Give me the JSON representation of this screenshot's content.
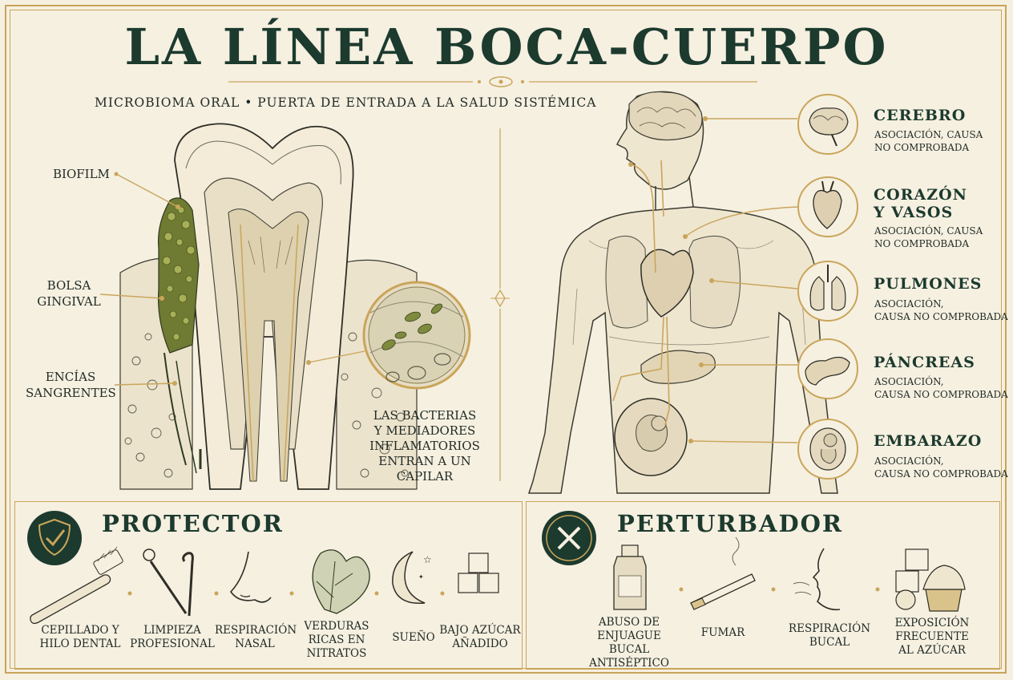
{
  "header": {
    "title": "LA LÍNEA BOCA-CUERPO",
    "subtitle": "MICROBIOMA ORAL • PUERTA DE ENTRADA A LA SALUD SISTÉMICA"
  },
  "tooth_labels": {
    "biofilm": "BIOFILM",
    "pocket_1": "BOLSA",
    "pocket_2": "GINGIVAL",
    "gums_1": "ENCÍAS",
    "gums_2": "SANGRENTES",
    "capillary_1": "LAS BACTERIAS",
    "capillary_2": "Y MEDIADORES",
    "capillary_3": "INFLAMATORIOS",
    "capillary_4": "ENTRAN A UN",
    "capillary_5": "CAPILAR"
  },
  "organs": [
    {
      "name_1": "CEREBRO",
      "name_2": "",
      "note_1": "ASOCIACIÓN, CAUSA",
      "note_2": "NO COMPROBADA",
      "icon": "brain-icon"
    },
    {
      "name_1": "CORAZÓN",
      "name_2": "Y VASOS",
      "note_1": "ASOCIACIÓN, CAUSA",
      "note_2": "NO COMPROBADA",
      "icon": "heart-icon"
    },
    {
      "name_1": "PULMONES",
      "name_2": "",
      "note_1": "ASOCIACIÓN,",
      "note_2": "CAUSA NO COMPROBADA",
      "icon": "lungs-icon"
    },
    {
      "name_1": "PÁNCREAS",
      "name_2": "",
      "note_1": "ASOCIACIÓN,",
      "note_2": "CAUSA NO COMPROBADA",
      "icon": "pancreas-icon"
    },
    {
      "name_1": "EMBARAZO",
      "name_2": "",
      "note_1": "ASOCIACIÓN,",
      "note_2": "CAUSA NO COMPROBADA",
      "icon": "fetus-icon"
    }
  ],
  "protector": {
    "title": "PROTECTOR",
    "items": [
      {
        "line_1": "CEPILLADO Y",
        "line_2": "HILO DENTAL",
        "line_3": "",
        "icon": "toothbrush-icon"
      },
      {
        "line_1": "LIMPIEZA",
        "line_2": "PROFESIONAL",
        "line_3": "",
        "icon": "dental-tools-icon"
      },
      {
        "line_1": "RESPIRACIÓN",
        "line_2": "NASAL",
        "line_3": "",
        "icon": "nose-icon"
      },
      {
        "line_1": "VERDURAS",
        "line_2": "RICAS EN",
        "line_3": "NITRATOS",
        "icon": "leafy-greens-icon"
      },
      {
        "line_1": "SUEÑO",
        "line_2": "",
        "line_3": "",
        "icon": "moon-icon"
      },
      {
        "line_1": "BAJO AZÚCAR",
        "line_2": "AÑADIDO",
        "line_3": "",
        "icon": "sugar-cubes-icon"
      }
    ]
  },
  "perturbador": {
    "title": "PERTURBADOR",
    "items": [
      {
        "line_1": "ABUSO DE",
        "line_2": "ENJUAGUE BUCAL",
        "line_3": "ANTISÉPTICO",
        "icon": "mouthwash-icon"
      },
      {
        "line_1": "FUMAR",
        "line_2": "",
        "line_3": "",
        "icon": "cigarette-icon"
      },
      {
        "line_1": "RESPIRACIÓN",
        "line_2": "BUCAL",
        "line_3": "",
        "icon": "mouth-breathing-icon"
      },
      {
        "line_1": "EXPOSICIÓN",
        "line_2": "FRECUENTE",
        "line_3": "AL AZÚCAR",
        "icon": "sweets-icon"
      }
    ]
  },
  "colors": {
    "gold": "#c9a55a",
    "dark_green": "#1c3a2e",
    "biofilm_green": "#7f8a3a",
    "paper": "#f6f0e1"
  }
}
